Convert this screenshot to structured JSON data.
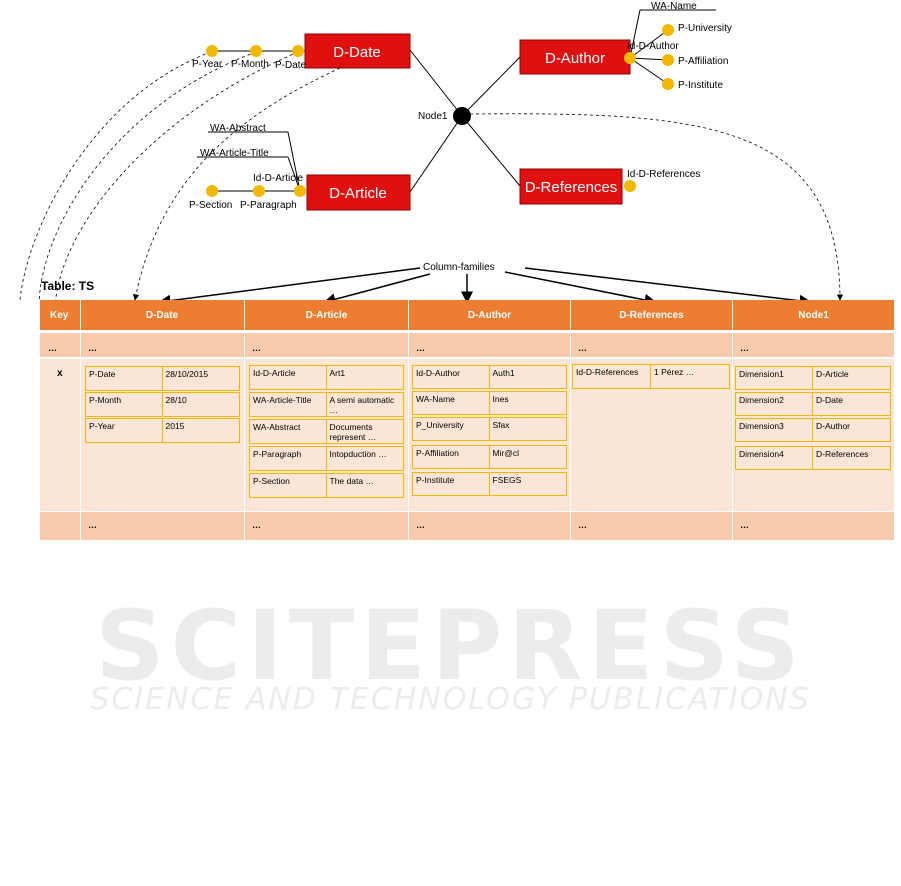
{
  "dimensions": {
    "date": "D-Date",
    "author": "D-Author",
    "article": "D-Article",
    "references": "D-References"
  },
  "node": "Node1",
  "date_attrs": [
    "P-Year",
    "P-Month",
    "P-Date"
  ],
  "author_attrs": {
    "id": "Id-D-Author",
    "name": "WA-Name",
    "university": "P-University",
    "affiliation": "P-Affiliation",
    "institute": "P-Institute"
  },
  "article_attrs": {
    "abstract": "WA-Abstract",
    "title": "WA-Article-Title",
    "id": "Id-D-Article",
    "section": "P-Section",
    "paragraph": "P-Paragraph"
  },
  "references_attrs": {
    "id": "Id-D-References"
  },
  "column_families_label": "Column-families",
  "table_title": "Table: TS",
  "table": {
    "headers": [
      "Key",
      "D-Date",
      "D-Article",
      "D-Author",
      "D-References",
      "Node1"
    ],
    "ellipsis": "…",
    "row_key": "x",
    "date_cells": [
      [
        "P-Date",
        "28/10/2015"
      ],
      [
        "P-Month",
        "28/10"
      ],
      [
        "P-Year",
        "2015"
      ]
    ],
    "article_cells": [
      [
        "Id-D-Article",
        "Art1"
      ],
      [
        "WA-Article-Title",
        "A semi automatic …"
      ],
      [
        "WA-Abstract",
        "Documents represent …"
      ],
      [
        "P-Paragraph",
        "Intopduction …"
      ],
      [
        "P-Section",
        "The data …"
      ]
    ],
    "author_cells": [
      [
        "Id-D-Author",
        "Auth1"
      ],
      [
        "WA-Name",
        "Ines"
      ],
      [
        "P_University",
        "Sfax"
      ],
      [
        "P-Affiliation",
        "Mir@cl"
      ],
      [
        "P-Institute",
        "FSEGS"
      ]
    ],
    "references_cells": [
      [
        "Id-D-References",
        "1 Pérez …"
      ]
    ],
    "node_cells": [
      [
        "Dimension1",
        "D-Article"
      ],
      [
        "Dimension2",
        "D-Date"
      ],
      [
        "Dimension3",
        "D-Author"
      ],
      [
        "Dimension4",
        "D-References"
      ]
    ]
  },
  "watermark": {
    "line1": "SCITEPRESS",
    "line2": "SCIENCE AND TECHNOLOGY PUBLICATIONS"
  },
  "colors": {
    "dimension": "#E01010",
    "attribute": "#F2B800",
    "header": "#ED7D31",
    "band": "#F8CBAD",
    "body": "#FBE5D6"
  }
}
